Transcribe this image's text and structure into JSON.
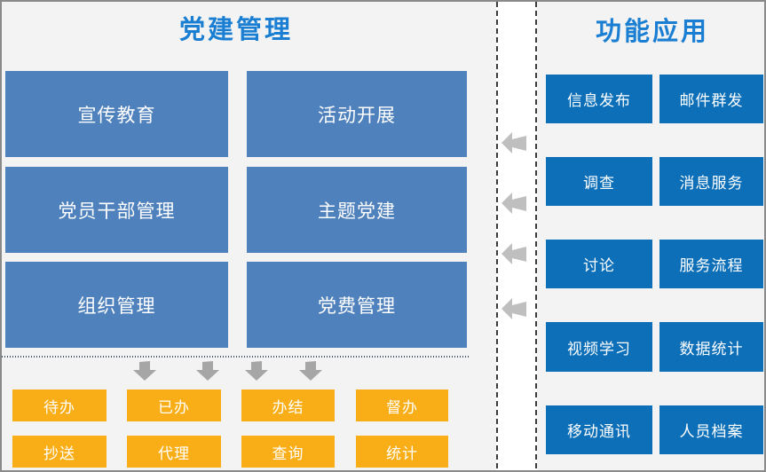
{
  "left_panel": {
    "title": "党建管理",
    "modules": [
      "宣传教育",
      "活动开展",
      "党员干部管理",
      "主题党建",
      "组织管理",
      "党费管理"
    ],
    "tasks": [
      "待办",
      "已办",
      "办结",
      "督办",
      "抄送",
      "代理",
      "查询",
      "统计"
    ]
  },
  "right_panel": {
    "title": "功能应用",
    "apps": [
      "信息发布",
      "邮件群发",
      "调查",
      "消息服务",
      "讨论",
      "服务流程",
      "视频学习",
      "数据统计",
      "移动通讯",
      "人员档案"
    ]
  },
  "icons": {
    "down_arrow": "down-arrow",
    "left_arrow": "left-arrow"
  },
  "colors": {
    "title_blue": "#1a7fd3",
    "module_blue": "#4f81bd",
    "app_blue": "#0d6fb8",
    "task_orange": "#f9ae17",
    "arrow_gray_down": "#a6a6a6",
    "arrow_gray_left": "#bfbfbf",
    "background": "#f3f3f3"
  }
}
